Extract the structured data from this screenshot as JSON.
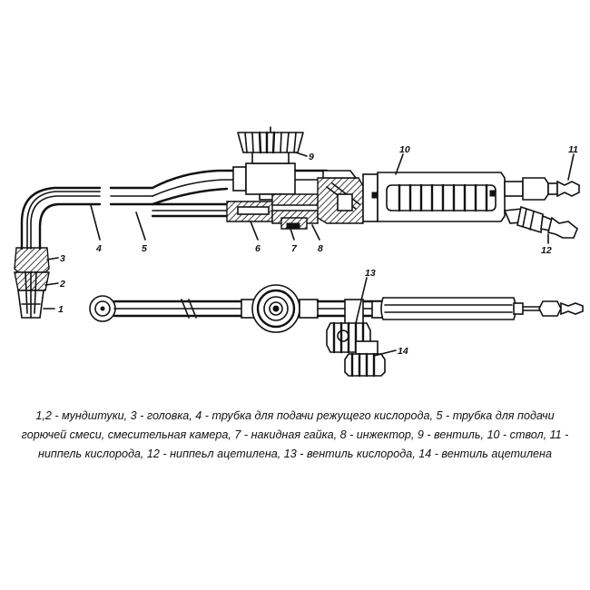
{
  "diagram": {
    "labels": {
      "n1": "1",
      "n2": "2",
      "n3": "3",
      "n4": "4",
      "n5": "5",
      "n6": "6",
      "n7": "7",
      "n8": "8",
      "n9": "9",
      "n10": "10",
      "n11": "11",
      "n12": "12",
      "n13": "13",
      "n14": "14"
    }
  },
  "caption": {
    "text": "1,2 - мундштуки, 3 - головка, 4 - трубка для подачи режущего кислорода, 5 - трубка для подачи горючей смеси, смесительная камера, 7 - накидная гайка, 8 - инжектор, 9 - вентиль, 10 - ствол, 11 - ниппель кислорода, 12 - ниппеьл ацетилена, 13 - вентиль кислорода, 14 - вентиль ацетилена"
  }
}
